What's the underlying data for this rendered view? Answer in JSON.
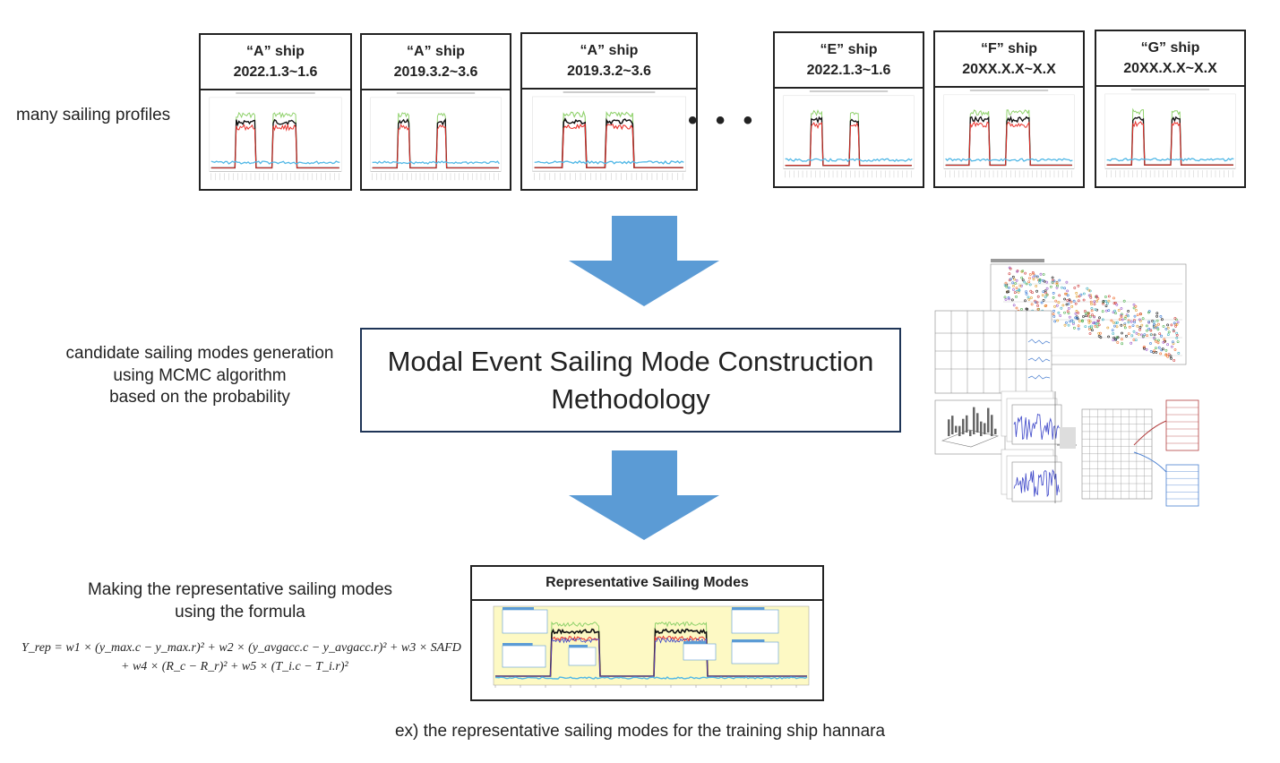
{
  "labels": {
    "many_profiles": "many sailing profiles",
    "candidate_line1": "candidate sailing modes generation",
    "candidate_line2": "using MCMC algorithm",
    "candidate_line3": "based on the probability",
    "making_line1": "Making the representative sailing modes",
    "making_line2": "using the formula"
  },
  "ships": [
    {
      "name": "“A” ship",
      "period": "2022.1.3~1.6"
    },
    {
      "name": "“A” ship",
      "period": "2019.3.2~3.6"
    },
    {
      "name": "“A” ship",
      "period": "2019.3.2~3.6"
    },
    {
      "name": "“E” ship",
      "period": "2022.1.3~1.6"
    },
    {
      "name": "“F” ship",
      "period": "20XX.X.X~X.X"
    },
    {
      "name": "“G” ship",
      "period": "20XX.X.X~X.X"
    }
  ],
  "ellipsis": "• • •",
  "method": {
    "line1": "Modal Event Sailing Mode Construction",
    "line2": "Methodology"
  },
  "representative": {
    "title": "Representative Sailing Modes"
  },
  "formula": {
    "line1": "Y_rep = w1 × (y_max.c − y_max.r)² + w2 × (y_avgacc.c − y_avgacc.r)² + w3 × SAFD",
    "line2": "+ w4 × (R_c − R_r)² + w5 × (T_i.c − T_i.r)²"
  },
  "caption": "ex) the representative sailing modes for the training ship hannara",
  "colors": {
    "arrow": "#5b9bd5",
    "method_border": "#1f3557",
    "series_green": "#8fd16b",
    "series_black": "#111111",
    "series_red": "#e8302a",
    "series_cyan": "#4fb7e6",
    "rep_background": "#fdf9c4"
  }
}
